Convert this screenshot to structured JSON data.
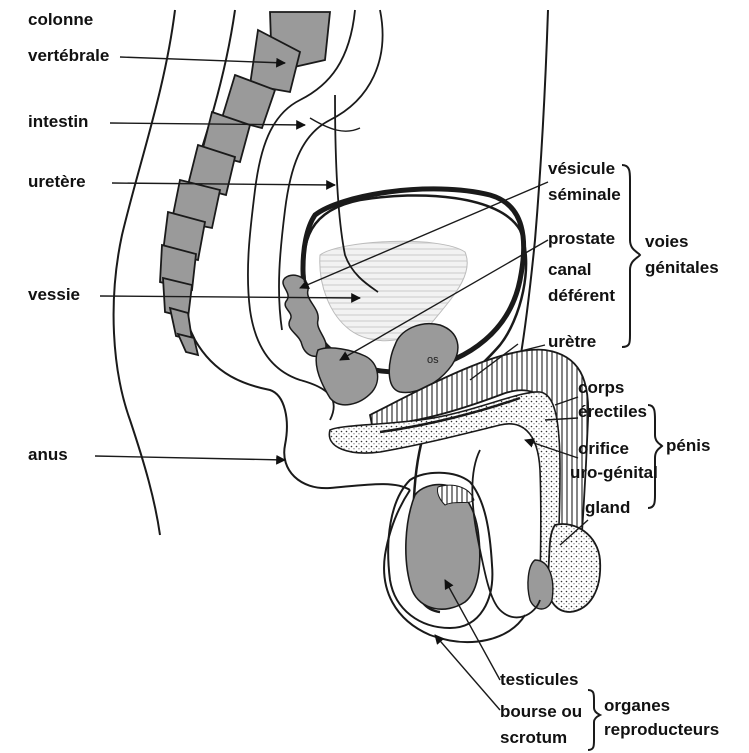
{
  "colors": {
    "outline": "#1a1a1a",
    "tissue_dark": "#9a9a9a",
    "tissue_light": "#e6e6e6",
    "background": "#ffffff"
  },
  "labels": {
    "colonne_1": "colonne",
    "colonne_2": "vertébrale",
    "intestin": "intestin",
    "uretere": "uretère",
    "vessie": "vessie",
    "anus": "anus",
    "vesicule_1": "vésicule",
    "vesicule_2": "séminale",
    "prostate": "prostate",
    "canal_1": "canal",
    "canal_2": "déférent",
    "uretre": "urètre",
    "voies_1": "voies",
    "voies_2": "génitales",
    "corps_1": "corps",
    "corps_2": "érectiles",
    "orifice_1": "orifice",
    "orifice_2": "uro-génital",
    "gland": "gland",
    "penis": "pénis",
    "testicules": "testicules",
    "bourse_1": "bourse ou",
    "bourse_2": "scrotum",
    "organes_1": "organes",
    "organes_2": "reproducteurs",
    "os": "os"
  }
}
